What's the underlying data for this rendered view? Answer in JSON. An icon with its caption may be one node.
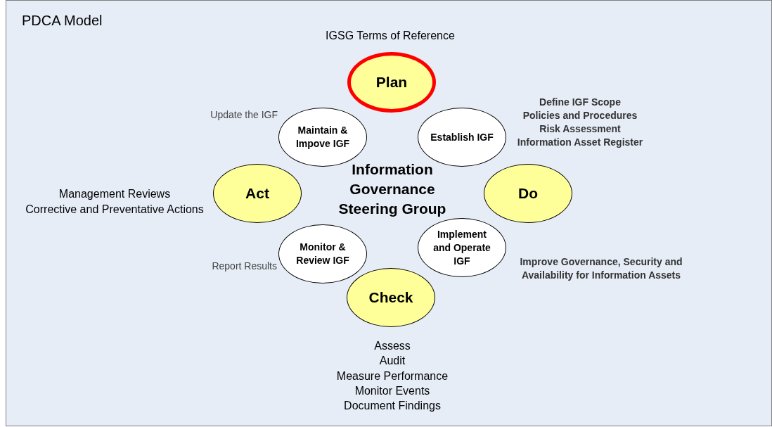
{
  "diagram": {
    "nodes": [
      {
        "text": [
          "PDCA Model"
        ]
      },
      {
        "text": [
          "Plan"
        ],
        "in": 0,
        "beside": [
          "IGSG Terms of Reference"
        ]
      },
      {
        "text": [
          "Maintain & Impove IGF"
        ],
        "in": 0,
        "beside": [
          "Update the IGF"
        ]
      },
      {
        "text": [
          "Establish IGF"
        ],
        "in": 0,
        "beside": [
          "Define IGF Scope",
          "Policies and Procedures",
          "Risk Assessment",
          "Information Asset Register"
        ]
      },
      {
        "text": [
          "Act"
        ],
        "in": 0,
        "beside": [
          "Management Reviews",
          "Corrective and Preventative Actions"
        ]
      },
      {
        "text": [
          "Do"
        ],
        "in": 0
      },
      {
        "text": [
          "Monitor & Review IGF"
        ],
        "in": 0,
        "beside": [
          "Report Results"
        ]
      },
      {
        "text": [
          "Implement and Operate IGF"
        ],
        "in": 0,
        "beside": [
          "Improve Governance, Security and Availability for Information Assets"
        ]
      },
      {
        "text": [
          "Check"
        ],
        "in": 0,
        "beside": [
          "Assess",
          "Audit",
          "Measure Performance",
          "Monitor Events",
          "Document Findings"
        ]
      }
    ],
    "edges": [],
    "labels": [
      "Information Governance Steering Group"
    ]
  }
}
